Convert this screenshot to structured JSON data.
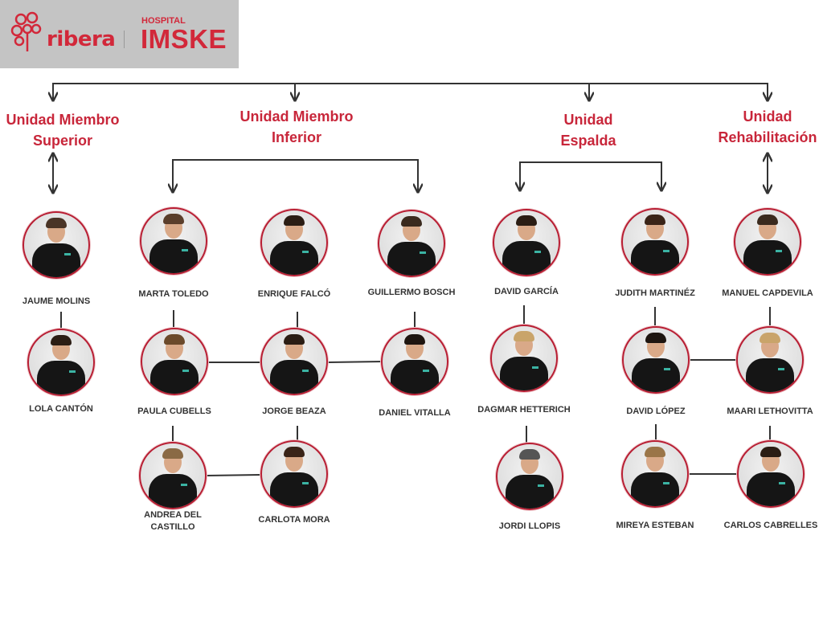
{
  "logo": {
    "brand": "ribera",
    "hospital_label": "HOSPITAL",
    "hospital_name": "IMSKE"
  },
  "accent_color": "#c8263a",
  "units": [
    {
      "title": "Unidad Miembro Superior",
      "line1": "Unidad Miembro",
      "line2": "Superior"
    },
    {
      "title": "Unidad Miembro Inferior",
      "line1": "Unidad Miembro",
      "line2": "Inferior"
    },
    {
      "title": "Unidad Espalda",
      "line1": "Unidad",
      "line2": "Espalda"
    },
    {
      "title": "Unidad Rehabilitación",
      "line1": "Unidad",
      "line2": "Rehabilitación"
    }
  ],
  "people": [
    {
      "name": "JAUME MOLINS",
      "unit": "Unidad Miembro Superior"
    },
    {
      "name": "LOLA CANTÓN",
      "unit": "Unidad Miembro Superior"
    },
    {
      "name": "MARTA TOLEDO",
      "unit": "Unidad Miembro Inferior"
    },
    {
      "name": "ENRIQUE FALCÓ",
      "unit": "Unidad Miembro Inferior"
    },
    {
      "name": "GUILLERMO BOSCH",
      "unit": "Unidad Miembro Inferior"
    },
    {
      "name": "PAULA CUBELLS",
      "unit": "Unidad Miembro Inferior"
    },
    {
      "name": "JORGE BEAZA",
      "unit": "Unidad Miembro Inferior"
    },
    {
      "name": "DANIEL VITALLA",
      "unit": "Unidad Miembro Inferior"
    },
    {
      "name": "ANDREA DEL CASTILLO",
      "unit": "Unidad Miembro Inferior"
    },
    {
      "name": "CARLOTA MORA",
      "unit": "Unidad Miembro Inferior"
    },
    {
      "name": "DAVID GARCÍA",
      "unit": "Unidad Espalda"
    },
    {
      "name": "DAGMAR HETTERICH",
      "unit": "Unidad Espalda"
    },
    {
      "name": "JORDI LLOPIS",
      "unit": "Unidad Espalda"
    },
    {
      "name": "JUDITH MARTINÉZ",
      "unit": "Unidad Espalda"
    },
    {
      "name": "DAVID LÓPEZ",
      "unit": "Unidad Espalda"
    },
    {
      "name": "MIREYA ESTEBAN",
      "unit": "Unidad Espalda"
    },
    {
      "name": "MANUEL CAPDEVILA",
      "unit": "Unidad Rehabilitación"
    },
    {
      "name": "MAARI LETHOVITTA",
      "unit": "Unidad Rehabilitación"
    },
    {
      "name": "CARLOS CABRELLES",
      "unit": "Unidad Rehabilitación"
    }
  ],
  "andrea_lines": [
    "ANDREA DEL",
    "CASTILLO"
  ]
}
